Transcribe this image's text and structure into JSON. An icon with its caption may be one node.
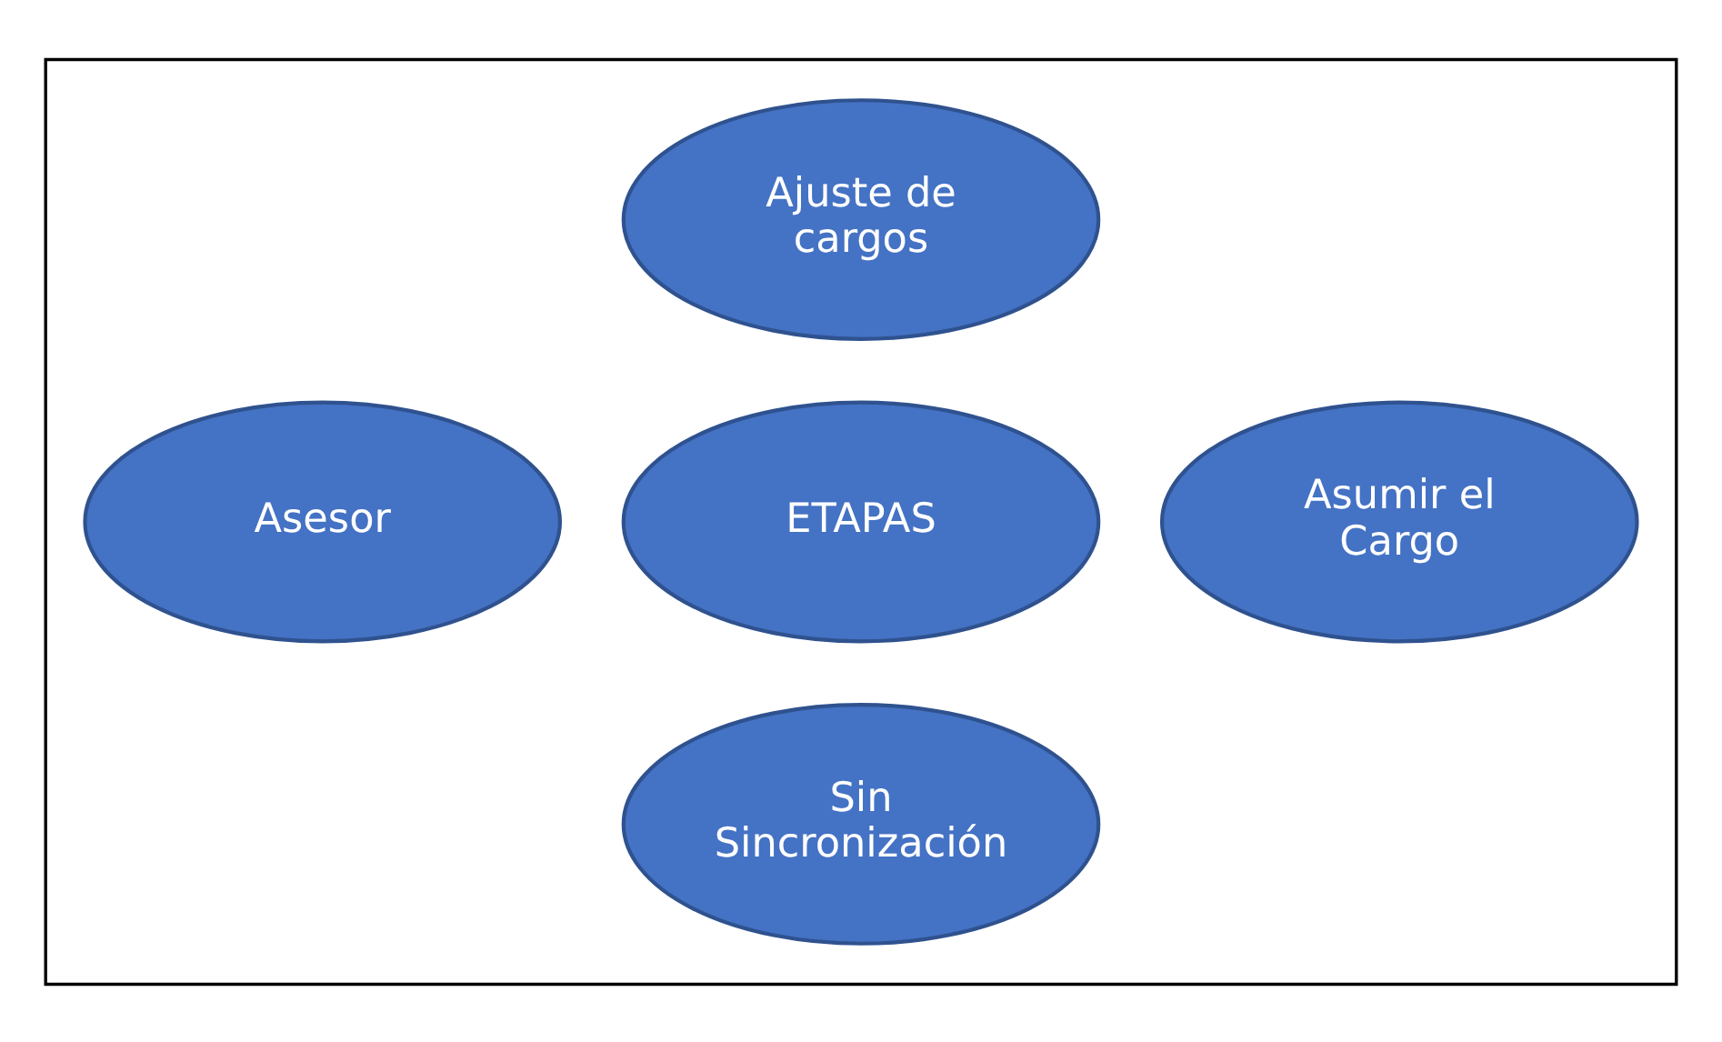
{
  "diagram": {
    "nodes": [
      {
        "text": [],
        "shape": "box"
      },
      {
        "text": [
          "Ajuste de cargos"
        ],
        "in": 0
      },
      {
        "text": [
          "Asesor"
        ],
        "in": 0
      },
      {
        "text": [
          "ETAPAS"
        ],
        "in": 0
      },
      {
        "text": [
          "Asumir el Cargo"
        ],
        "in": 0
      },
      {
        "text": [
          "Sin Sincronización"
        ],
        "in": 0
      }
    ],
    "edges": []
  }
}
